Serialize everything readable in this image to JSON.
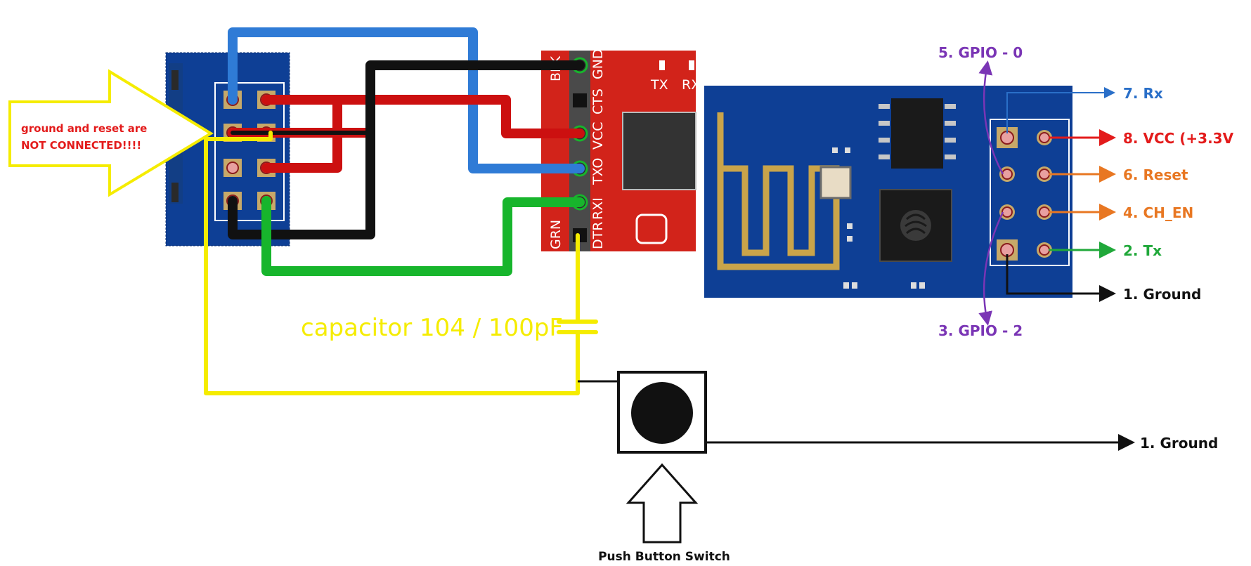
{
  "callout": {
    "line1": "ground and reset are",
    "line2": "NOT CONNECTED!!!!"
  },
  "usb_serial": {
    "pins": [
      "GND",
      "CTS",
      "VCC",
      "TXO",
      "RXI",
      "DTR"
    ],
    "edge_top": "BLK",
    "edge_bottom": "GRN",
    "led_tx": "TX",
    "led_rx": "RX"
  },
  "capacitor_label": "capacitor 104 / 100pF",
  "push_button_label": "Push Button Switch",
  "esp_labels": {
    "gpio0": "5. GPIO - 0",
    "gpio2": "3. GPIO - 2",
    "rx": "7. Rx",
    "vcc": "8. VCC (+3.3V",
    "reset": "6. Reset",
    "ch_en": "4. CH_EN",
    "tx": "2. Tx",
    "ground": "1. Ground",
    "ground_switch": "1. Ground"
  },
  "colors": {
    "wire_blue": "#2f7bd6",
    "wire_red": "#cc1010",
    "wire_black": "#111111",
    "wire_green": "#17b52c",
    "wire_yellow": "#f5ec00",
    "board_blue": "#0e3f95",
    "usb_red": "#d2231a",
    "label_purple": "#7a35b5",
    "label_blue": "#2a6fc8",
    "label_red": "#e31b1b",
    "label_orange": "#e87722",
    "label_green": "#20a83a"
  }
}
